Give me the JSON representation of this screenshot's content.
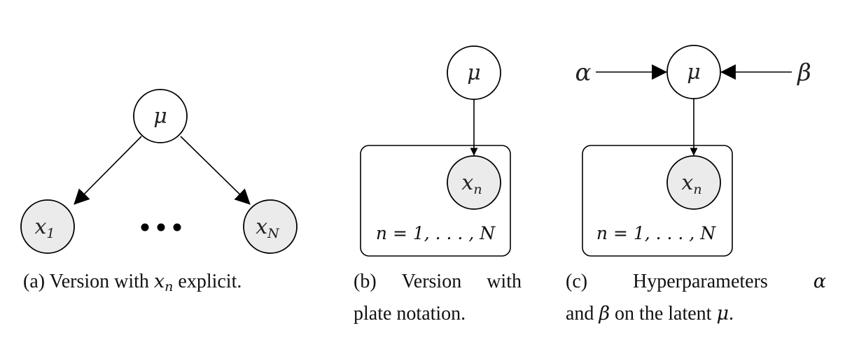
{
  "colors": {
    "observed_fill": "#ebebeb",
    "latent_fill": "#ffffff",
    "stroke": "#000000"
  },
  "panels": {
    "a": {
      "nodes": {
        "mu": "μ",
        "x1": "x",
        "x1_sub": "1",
        "xN": "x",
        "xN_sub": "N"
      },
      "caption": {
        "prefix": "(a) Version with ",
        "var": "x",
        "var_sub": "n",
        "suffix": " explicit."
      }
    },
    "b": {
      "nodes": {
        "mu": "μ",
        "xn": "x",
        "xn_sub": "n"
      },
      "plate": "n = 1, . . . , N",
      "caption": {
        "line1_a": "(b)",
        "line1_b": "Version",
        "line1_c": "with",
        "line2": "plate notation."
      }
    },
    "c": {
      "nodes": {
        "alpha": "α",
        "mu": "μ",
        "beta": "β",
        "xn": "x",
        "xn_sub": "n"
      },
      "plate": "n = 1, . . . , N",
      "caption": {
        "line1_a": "(c)",
        "line1_b": "Hyperparameters",
        "line1_c": "α",
        "line2_a": "and ",
        "line2_b": "β",
        "line2_c": " on the latent ",
        "line2_d": "μ",
        "line2_e": "."
      }
    }
  }
}
